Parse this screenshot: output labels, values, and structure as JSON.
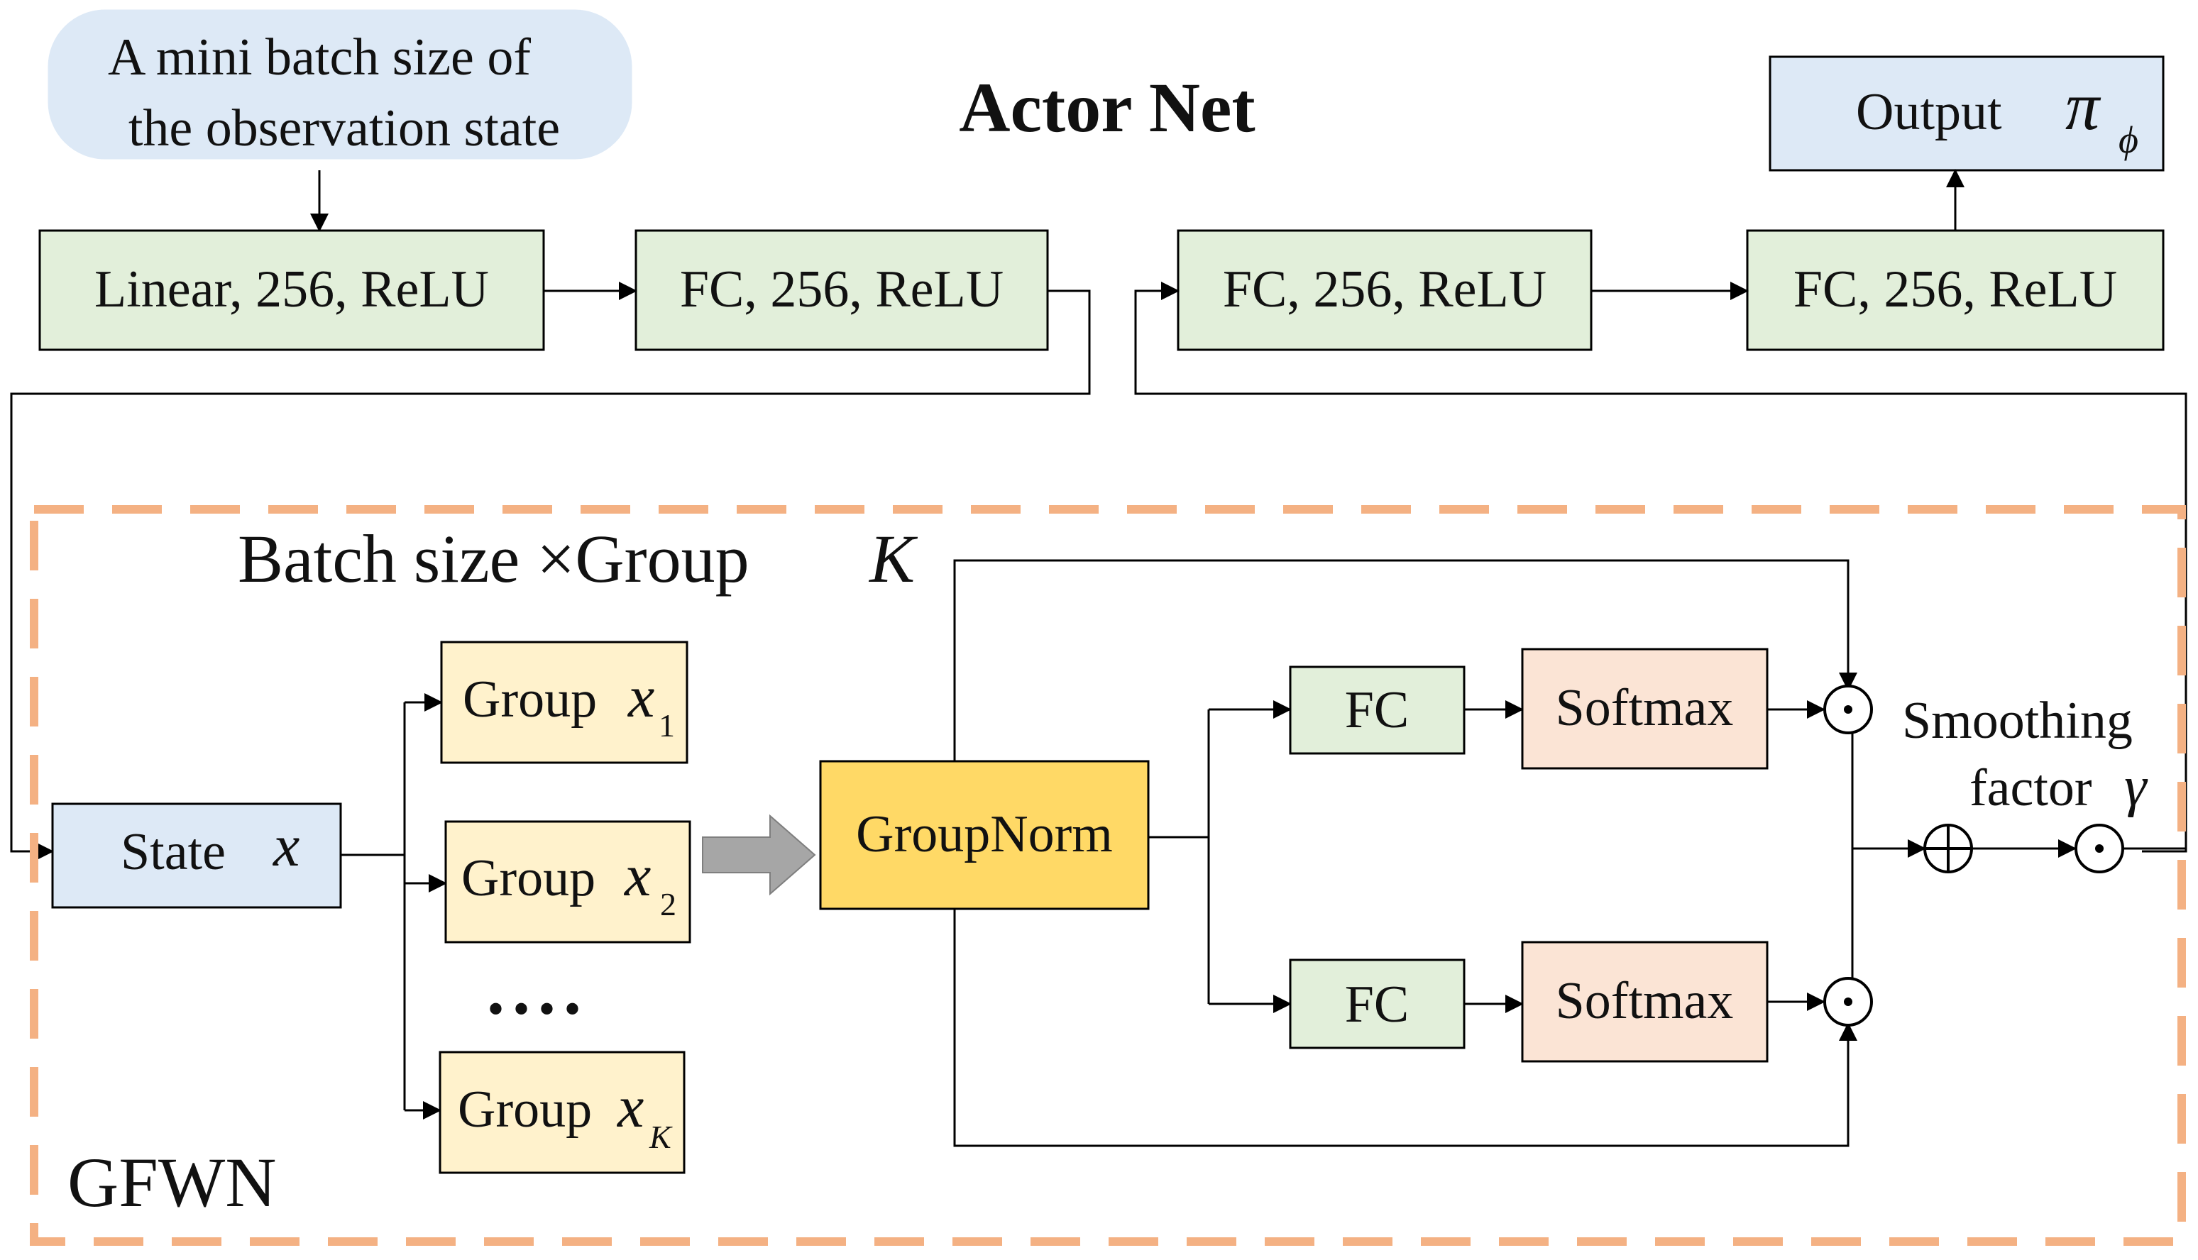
{
  "title": "Actor Net",
  "input_bubble": {
    "line1": "A mini batch size of",
    "line2": "the observation state"
  },
  "top_row": {
    "linear": "Linear, 256, ReLU",
    "fc1": "FC, 256, ReLU",
    "fc2": "FC, 256, ReLU",
    "fc3": "FC, 256, ReLU",
    "output_label": "Output",
    "output_symbol": "π",
    "output_subscript": "ϕ"
  },
  "gfwn": {
    "label": "GFWN",
    "batch_label": "Batch size ×Group",
    "batch_var": "K",
    "state_label": "State",
    "state_var": "x",
    "group_label": "Group",
    "group_var": "x",
    "group_sub_1": "1",
    "group_sub_2": "2",
    "group_sub_k": "K",
    "ellipsis": "• • • •",
    "groupnorm": "GroupNorm",
    "fc_top": "FC",
    "fc_bottom": "FC",
    "softmax_top": "Softmax",
    "softmax_bottom": "Softmax",
    "smoothing_line1": "Smoothing",
    "smoothing_line2": "factor",
    "smoothing_var": "γ"
  },
  "colors": {
    "green_fill": "#e2efda",
    "blue_fill": "#dde9f6",
    "yellow_fill": "#fff2cc",
    "groupnorm_fill": "#ffd966",
    "softmax_fill": "#fbe4d5",
    "dashed_border": "#f4b183",
    "gray_arrow": "#a6a6a6"
  }
}
